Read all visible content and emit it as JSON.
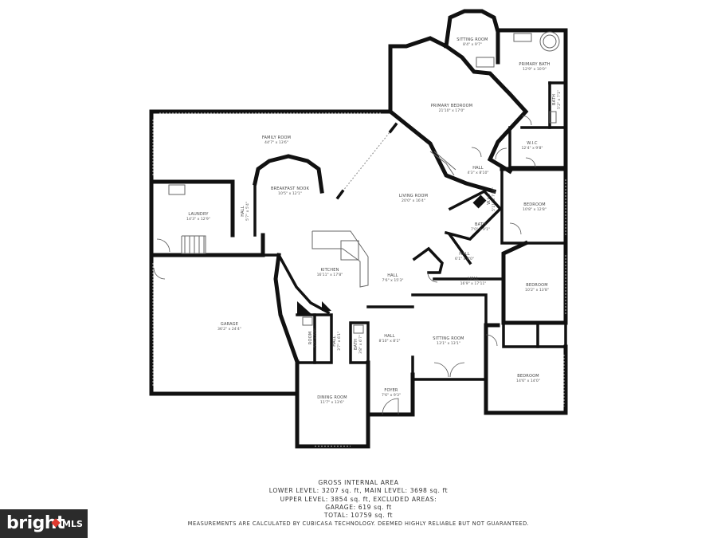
{
  "rooms": [
    {
      "key": "sitting_room_top",
      "name": "SITTING ROOM",
      "dims": "8'4\" x 9'7\""
    },
    {
      "key": "primary_bath",
      "name": "PRIMARY BATH",
      "dims": "12'9\" x 10'0\""
    },
    {
      "key": "primary_bedroom",
      "name": "PRIMARY BEDROOM",
      "dims": "21'10\" x 17'0\""
    },
    {
      "key": "bath_small",
      "name": "BATH",
      "dims": "5'2\" x 7'1\""
    },
    {
      "key": "wic",
      "name": "W.I.C",
      "dims": "12'4\" x 9'8\""
    },
    {
      "key": "family_room",
      "name": "FAMILY ROOM",
      "dims": "44'7\" x 13'6\""
    },
    {
      "key": "hall_upper",
      "name": "HALL",
      "dims": "4'3\" x 8'10\""
    },
    {
      "key": "breakfast_nook",
      "name": "BREAKFAST NOOK",
      "dims": "10'5\" x 12'1\""
    },
    {
      "key": "living_room",
      "name": "LIVING ROOM",
      "dims": "20'0\" x 16'4\""
    },
    {
      "key": "wic_small",
      "name": "W.I.C",
      "dims": "5'11\" x 7'10\""
    },
    {
      "key": "bedroom_1",
      "name": "BEDROOM",
      "dims": "10'8\" x 12'8\""
    },
    {
      "key": "laundry",
      "name": "LAUNDRY",
      "dims": "14'3\" x 12'9\""
    },
    {
      "key": "hall_laundry",
      "name": "HALL",
      "dims": "5'7\" x 5'4\""
    },
    {
      "key": "bath_mid",
      "name": "BATH",
      "dims": "7'0\" x 9'1\""
    },
    {
      "key": "hall_mid",
      "name": "HALL",
      "dims": "6'1\" x 8'0\""
    },
    {
      "key": "kitchen",
      "name": "KITCHEN",
      "dims": "16'11\" x 17'8\""
    },
    {
      "key": "hall_center",
      "name": "HALL",
      "dims": "7'6\" x 15'3\""
    },
    {
      "key": "hall_long",
      "name": "HALL",
      "dims": "16'9\" x 17'11\""
    },
    {
      "key": "bedroom_2",
      "name": "BEDROOM",
      "dims": "10'2\" x 13'8\""
    },
    {
      "key": "garage",
      "name": "GARAGE",
      "dims": "36'2\" x 24'4\""
    },
    {
      "key": "room_small",
      "name": "ROOM",
      "dims": "5'2\" x 6'8\""
    },
    {
      "key": "hall_narrow",
      "name": "HALL",
      "dims": "3'7\" x 6'1\""
    },
    {
      "key": "bath_narrow",
      "name": "BATH",
      "dims": "3'8\" x 6'7\""
    },
    {
      "key": "hall_entry",
      "name": "HALL",
      "dims": "8'10\" x 8'1\""
    },
    {
      "key": "sitting_room",
      "name": "SITTING ROOM",
      "dims": "13'1\" x 13'1\""
    },
    {
      "key": "bedroom_3",
      "name": "BEDROOM",
      "dims": "14'6\" x 14'0\""
    },
    {
      "key": "foyer",
      "name": "FOYER",
      "dims": "7'6\" x 9'3\""
    },
    {
      "key": "dining_room",
      "name": "DINING ROOM",
      "dims": "11'7\" x 13'6\""
    }
  ],
  "summary": {
    "title": "GROSS INTERNAL AREA",
    "line1": "LOWER LEVEL: 3207 sq. ft, MAIN LEVEL: 3698 sq. ft",
    "line2": "UPPER LEVEL: 3854 sq. ft, EXCLUDED AREAS:",
    "line3": "GARAGE: 619 sq. ft",
    "line4": "TOTAL: 10759 sq. ft",
    "note": "MEASUREMENTS ARE CALCULATED BY CUBICASA TECHNOLOGY. DEEMED HIGHLY RELIABLE BUT NOT GUARANTEED."
  },
  "watermark": {
    "brand": "bright",
    "suffix": "MLS",
    "accent_color": "#e03a2f"
  }
}
